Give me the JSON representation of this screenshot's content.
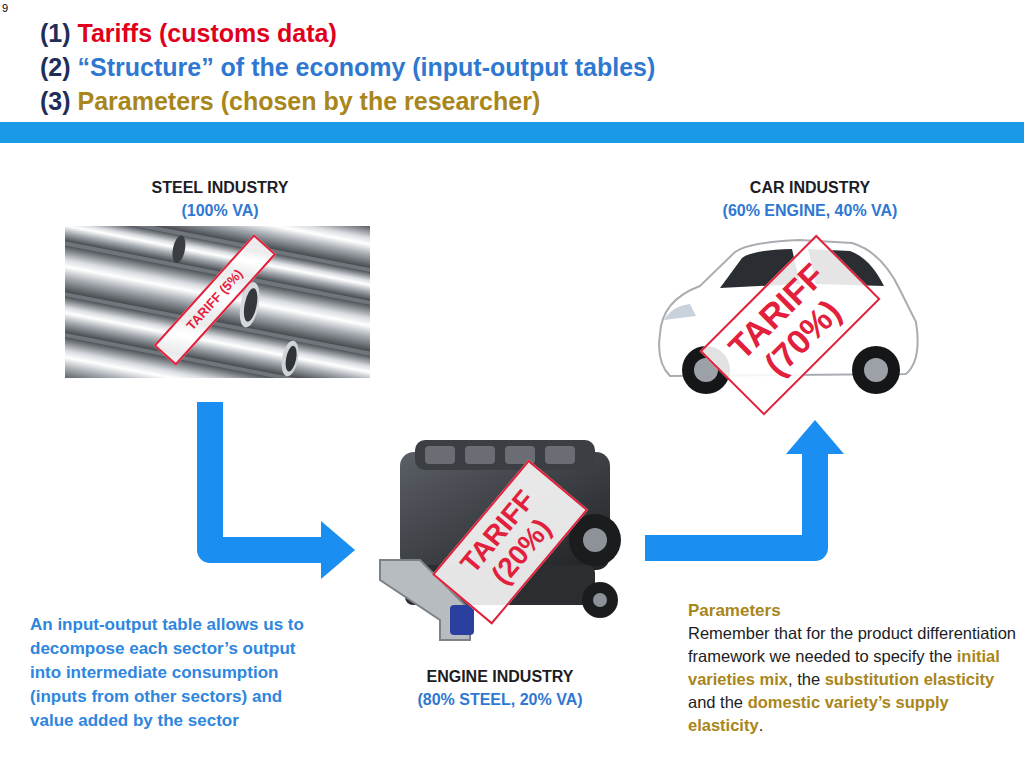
{
  "diagram": {
    "nodes": [
      {
        "text": [
          "STEEL INDUSTRY",
          "(100% VA)"
        ]
      },
      {
        "text": [
          "TARIFF (5%)"
        ],
        "in": 0
      },
      {
        "text": [
          "CAR INDUSTRY",
          "(60% ENGINE, 40% VA)"
        ]
      },
      {
        "text": [
          "TARIFF (70%)"
        ],
        "in": 2
      },
      {
        "text": [
          "ENGINE INDUSTRY",
          "(80% STEEL, 20% VA)"
        ]
      },
      {
        "text": [
          "TARIFF (20%)"
        ],
        "in": 4
      }
    ],
    "edges": [
      {
        "from": 0,
        "to": 4,
        "arrow": "to"
      },
      {
        "from": 4,
        "to": 2,
        "arrow": "to"
      }
    ],
    "labels": [
      "9",
      "(1)",
      "Tariffs (customs data)",
      "(2)",
      "“Structure” of the economy (input-output tables)",
      "(3)",
      "Parameters (chosen by the researcher)",
      "An input-output table allows us to decompose each sector’s output into intermediate consumption (inputs from other sectors) and value added by the sector",
      "Parameters",
      "Remember that for the product differentiation framework we needed to specify the",
      "initial varieties mix",
      ", the",
      "substitution elasticity",
      "and the",
      "domestic variety’s supply elasticity",
      "."
    ]
  }
}
